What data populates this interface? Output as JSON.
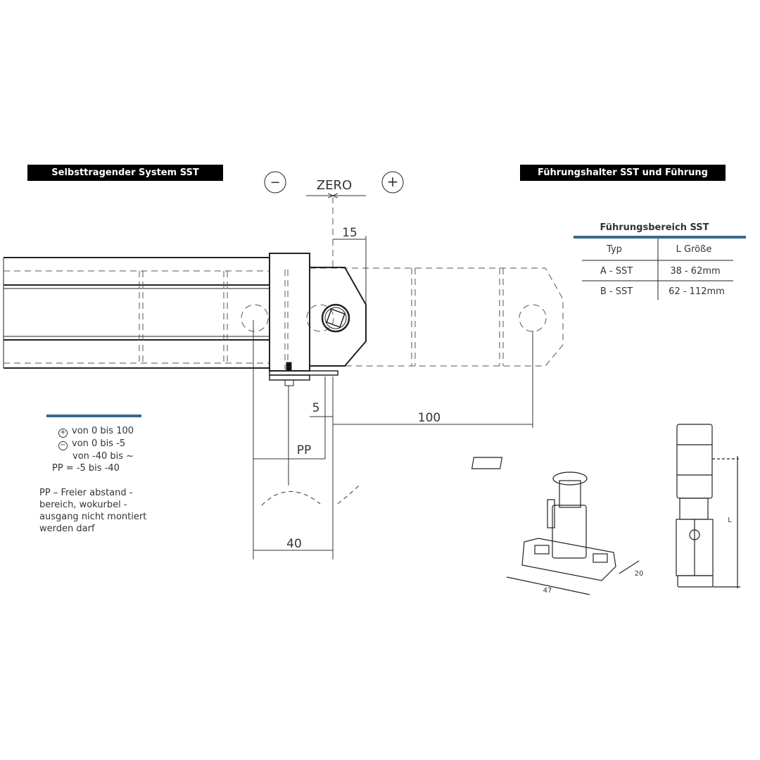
{
  "headers": {
    "left": "Selbsttragender System SST",
    "right": "Führungshalter SST und Führung"
  },
  "drawing": {
    "zero_label": "ZERO",
    "minus_symbol": "−",
    "plus_symbol": "+",
    "dim_15": "15",
    "dim_5": "5",
    "dim_100": "100",
    "dim_pp": "PP",
    "dim_40": "40",
    "dim_47": "47",
    "dim_20": "20",
    "dim_l": "L"
  },
  "legend": {
    "plus_symbol": "+",
    "minus_symbol": "−",
    "plus_range": "von 0 bis 100",
    "minus_range_1": "von 0 bis -5",
    "minus_range_2": "von -40 bis ~",
    "pp_range": "PP = -5 bis -40",
    "note": "PP – Freier abstand - bereich, wokurbel - ausgang nicht montiert werden darf",
    "accent_color": "#3b6a8c"
  },
  "table": {
    "title": "Führungsbereich SST",
    "columns": [
      "Typ",
      "L Größe"
    ],
    "rows": [
      [
        "A - SST",
        "38 - 62mm"
      ],
      [
        "B - SST",
        "62 - 112mm"
      ]
    ]
  }
}
